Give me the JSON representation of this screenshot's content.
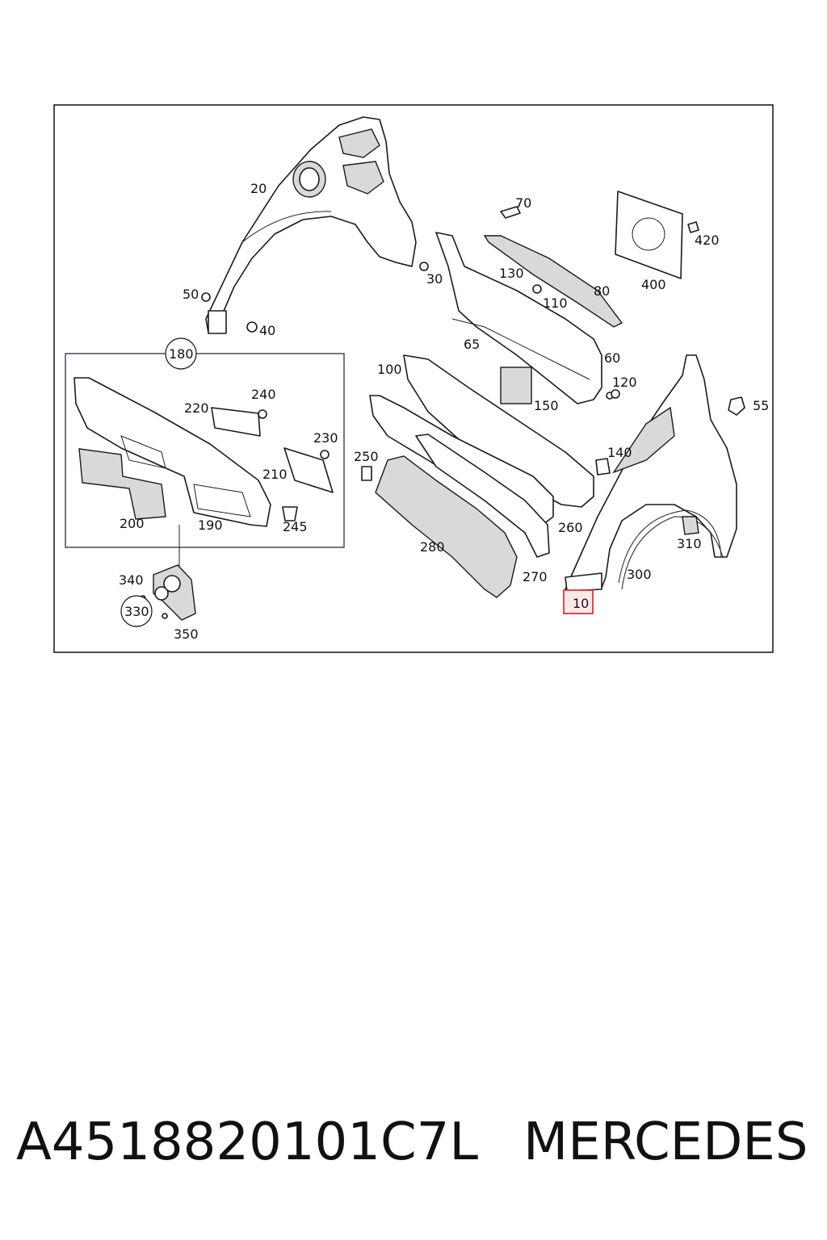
{
  "labels": {
    "p10": "10",
    "p20": "20",
    "p30": "30",
    "p40": "40",
    "p50": "50",
    "p55": "55",
    "p60": "60",
    "p65": "65",
    "p70": "70",
    "p80": "80",
    "p100": "100",
    "p110": "110",
    "p120": "120",
    "p130": "130",
    "p140": "140",
    "p150": "150",
    "p180": "180",
    "p190": "190",
    "p200": "200",
    "p210": "210",
    "p220": "220",
    "p230": "230",
    "p240": "240",
    "p245": "245",
    "p250": "250",
    "p260": "260",
    "p270": "270",
    "p280": "280",
    "p300": "300",
    "p310": "310",
    "p330": "330",
    "p340": "340",
    "p350": "350",
    "p400": "400",
    "p420": "420"
  },
  "highlight": {
    "part": "10",
    "color": "#d62020"
  },
  "caption": {
    "part_number": "A4518820101C7L",
    "brand": "MERCEDES"
  }
}
